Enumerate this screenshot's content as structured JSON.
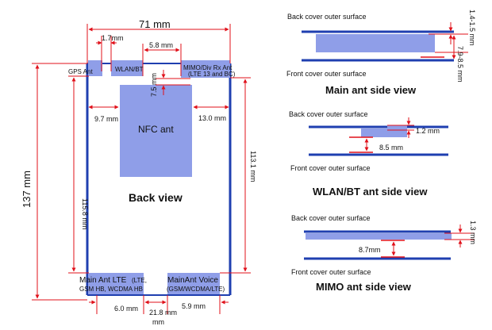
{
  "back_view": {
    "width_label": "71 mm",
    "height_label": "137 mm",
    "d_1_7": "1.7mm",
    "d_5_8": "5.8 mm",
    "d_7_5": "7.5 mm",
    "d_9_7": "9.7  mm",
    "d_13_0": "13.0 mm",
    "d_115_8": "115.8 mm",
    "d_113_1": "113.1 mm",
    "d_6_0": "6.0 mm",
    "d_21_8": "21.8 mm",
    "d_5_9": "5.9 mm",
    "gps_ant": "GPS Ant",
    "wlan_bt": "WLAN/BT",
    "mimo_line1": "MIMO/Div Rx Ant",
    "mimo_line2": "(LTE 13 and BC)",
    "nfc_ant": "NFC ant",
    "title": "Back view",
    "main_lte_title": "Main Ant LTE",
    "main_lte_paren": "(LTE,",
    "main_lte_line2": "GSM HB, WCDMA HB",
    "main_voice_title": "MainAnt Voice",
    "main_voice_line2": "(GSM/WCDMA/LTE)"
  },
  "main_side": {
    "back_surface": "Back cover outer surface",
    "front_surface": "Front cover outer surface",
    "d_thick": "1.4-1.5 mm",
    "d_gap": "7.9-8.5 mm",
    "title": "Main ant side view"
  },
  "wlan_side": {
    "back_surface": "Back cover outer surface",
    "front_surface": "Front cover outer surface",
    "d_thick": "1.2 mm",
    "d_gap": "8.5 mm",
    "title": "WLAN/BT ant side view"
  },
  "mimo_side": {
    "back_surface": "Back cover outer surface",
    "front_surface": "Front cover outer surface",
    "d_thick": "1.3 mm",
    "d_gap": "8.7mm",
    "title": "MIMO ant side view"
  },
  "colors": {
    "outline": "#1f3fb0",
    "antenna": "#8f9ee8",
    "dimension": "#e0101a"
  }
}
